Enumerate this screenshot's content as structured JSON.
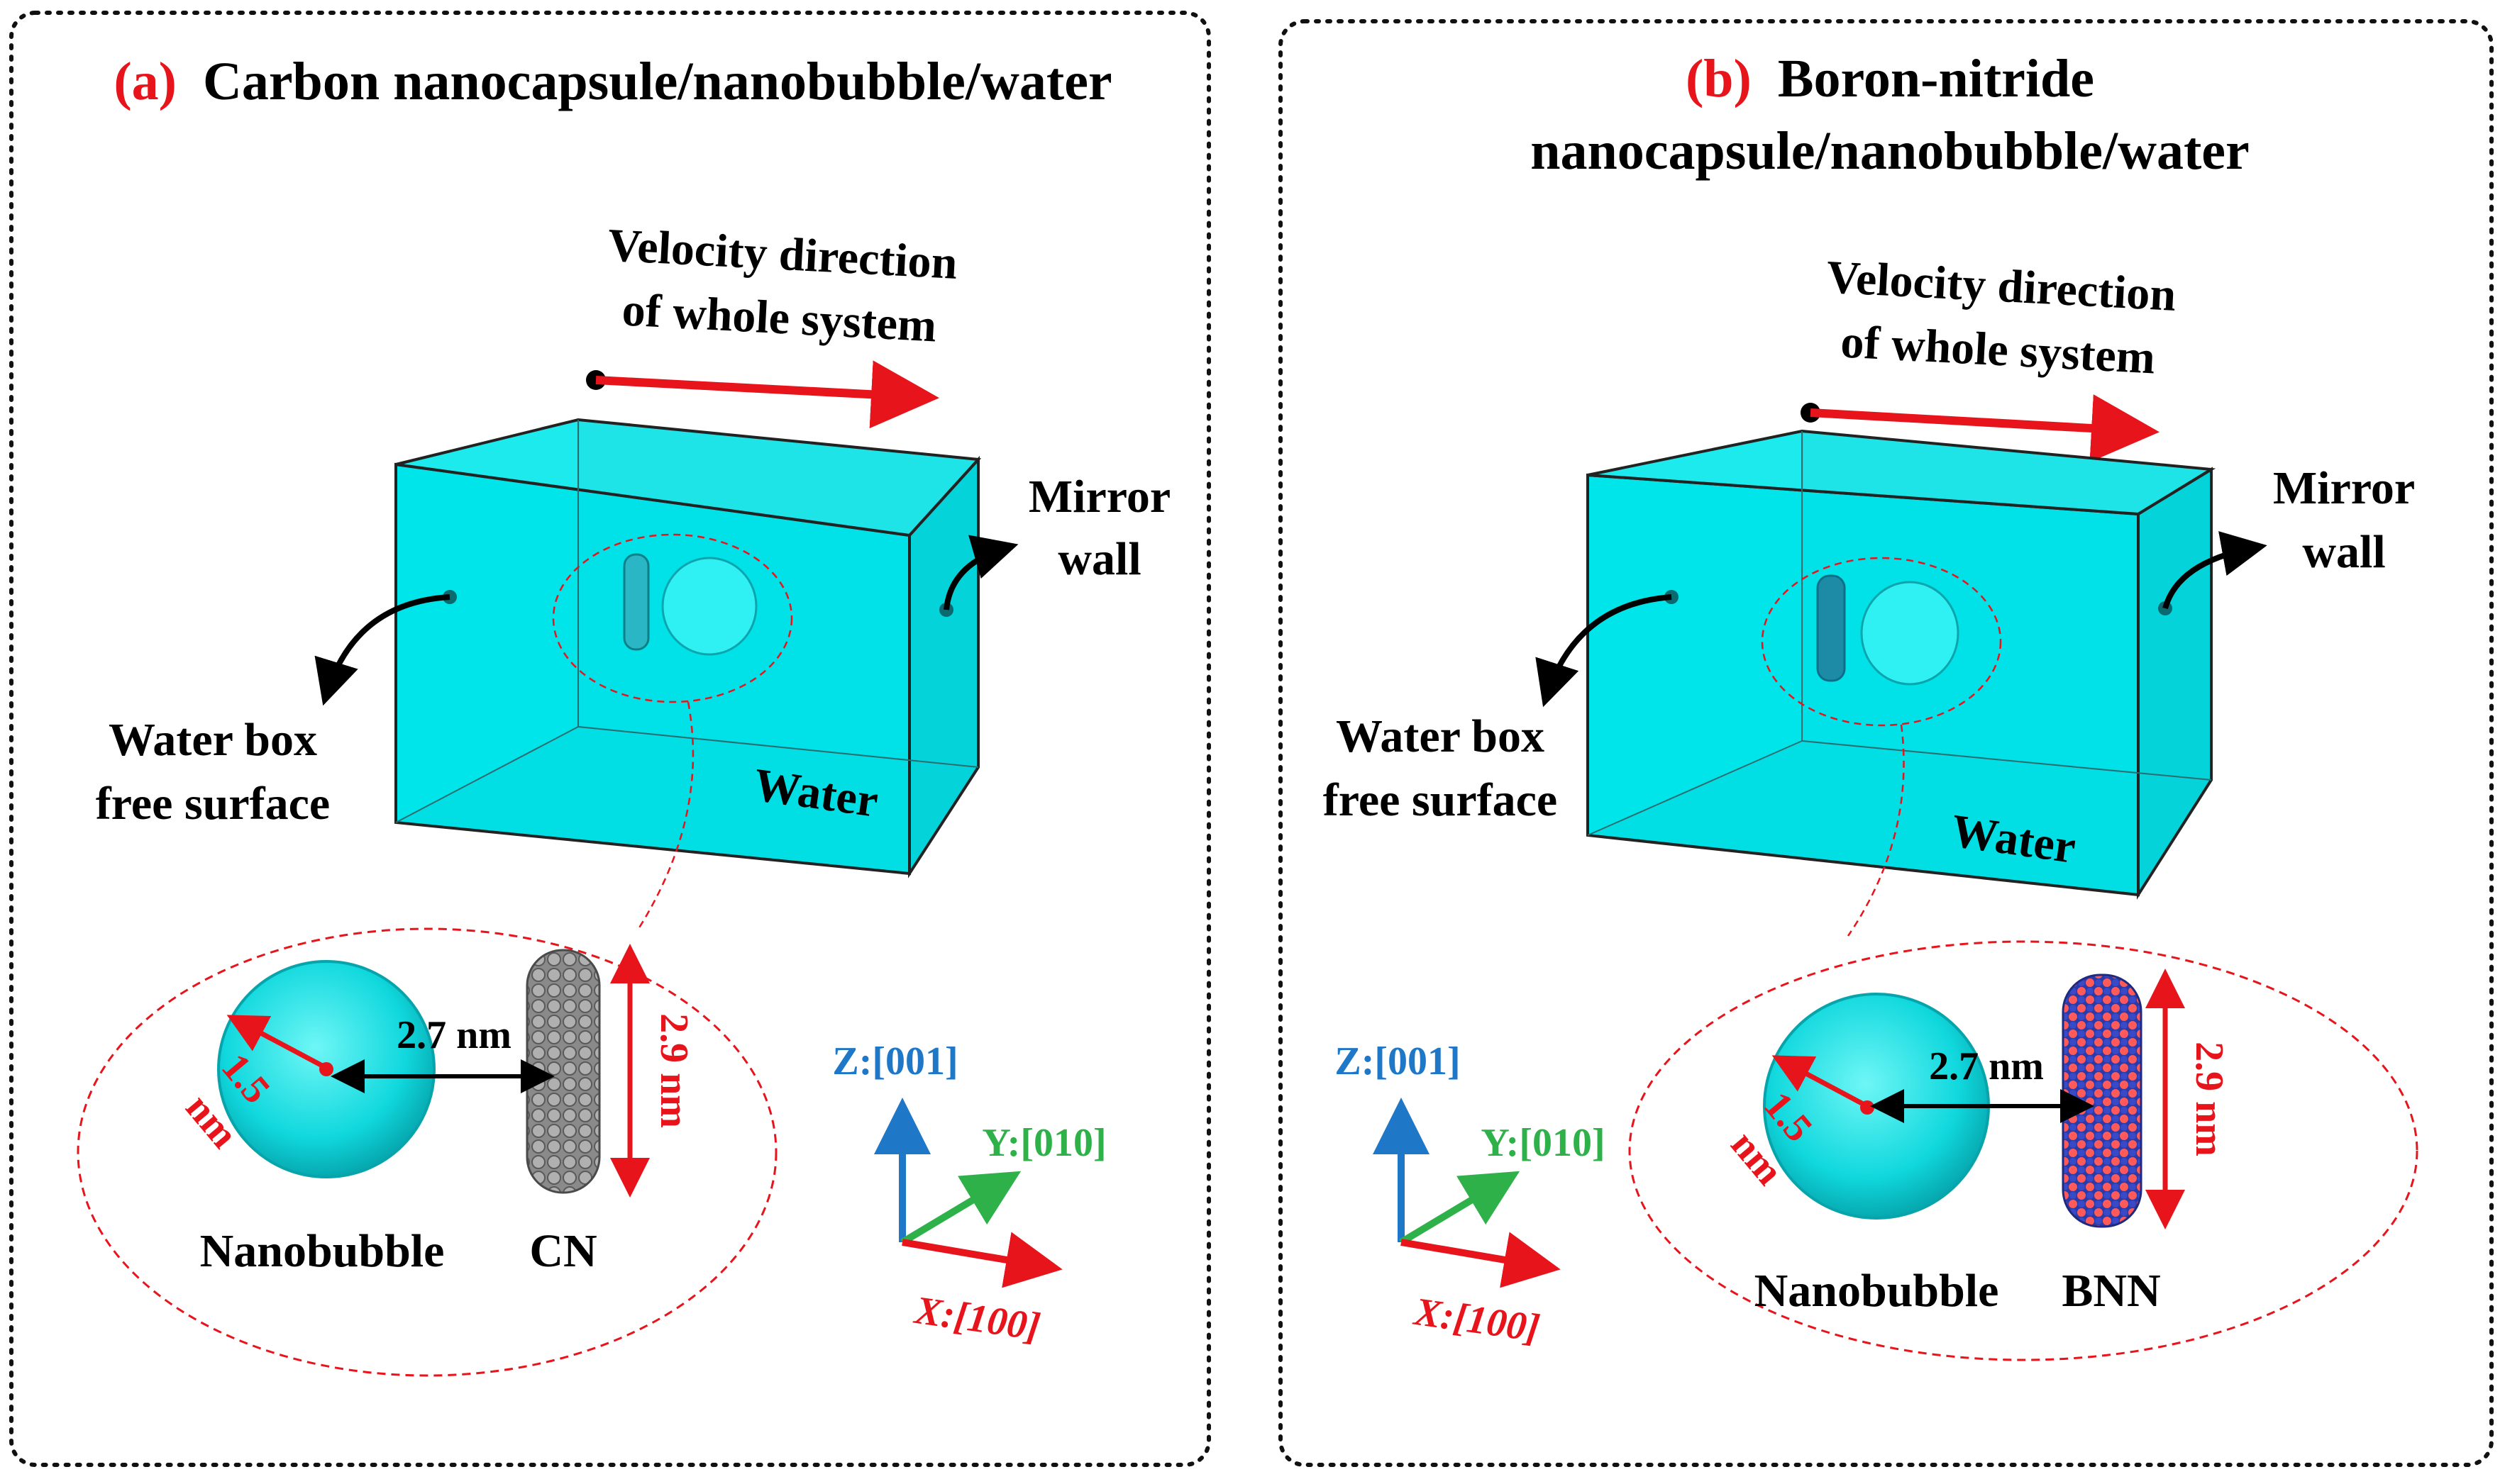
{
  "colors": {
    "water": "#00e5ea",
    "water_edge": "#00b9c0",
    "red": "#e8141b",
    "carbon": "#707070",
    "boron": "#ff5a5a",
    "nitrogen": "#3040b0",
    "axis_x": "#e8141b",
    "axis_y": "#2fb14a",
    "axis_z": "#1f77c8"
  },
  "panel_a": {
    "tag": "(a)",
    "title": "Carbon nanocapsule/nanobubble/water",
    "velocity_line1": "Velocity direction",
    "velocity_line2": "of whole system",
    "mirror_line1": "Mirror",
    "mirror_line2": "wall",
    "free_line1": "Water box",
    "free_line2": "free surface",
    "water": "Water",
    "radius_value": "1.5",
    "radius_unit": "nm",
    "distance": "2.7 nm",
    "length": "2.9 nm",
    "nanobubble": "Nanobubble",
    "capsule": "CN",
    "axis_z": "Z:[001]",
    "axis_y": "Y:[010]",
    "axis_x": "X:[100]"
  },
  "panel_b": {
    "tag": "(b)",
    "title_line1": "Boron-nitride",
    "title_line2": "nanocapsule/nanobubble/water",
    "velocity_line1": "Velocity direction",
    "velocity_line2": "of whole system",
    "mirror_line1": "Mirror",
    "mirror_line2": "wall",
    "free_line1": "Water box",
    "free_line2": "free surface",
    "water": "Water",
    "radius_value": "1.5",
    "radius_unit": "nm",
    "distance": "2.7 nm",
    "length": "2.9 nm",
    "nanobubble": "Nanobubble",
    "capsule": "BNN",
    "axis_z": "Z:[001]",
    "axis_y": "Y:[010]",
    "axis_x": "X:[100]"
  }
}
